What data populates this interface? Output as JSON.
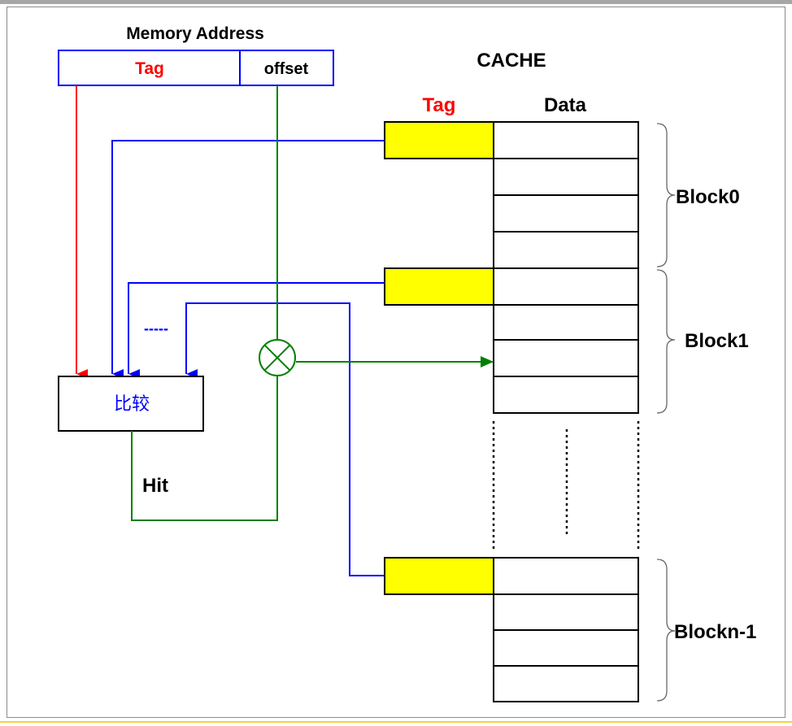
{
  "memory_address": {
    "title": "Memory Address",
    "tag_label": "Tag",
    "offset_label": "offset"
  },
  "cache": {
    "title": "CACHE",
    "tag_header": "Tag",
    "data_header": "Data"
  },
  "blocks": [
    "Block0",
    "Block1",
    "Blockn-1"
  ],
  "comparator_label": "比较",
  "dots_label": "-----",
  "hit_label": "Hit",
  "colors": {
    "tag_red": "#ff0000",
    "blue_wire": "#0000ff",
    "green_wire": "#008000",
    "tag_fill": "#ffff00",
    "border": "#000000",
    "top_bar": "#a6a6a6",
    "bottom_line": "#f2c200"
  },
  "icons": {
    "multiplexer": "circle-x-icon",
    "brace": "right-brace-icon"
  }
}
